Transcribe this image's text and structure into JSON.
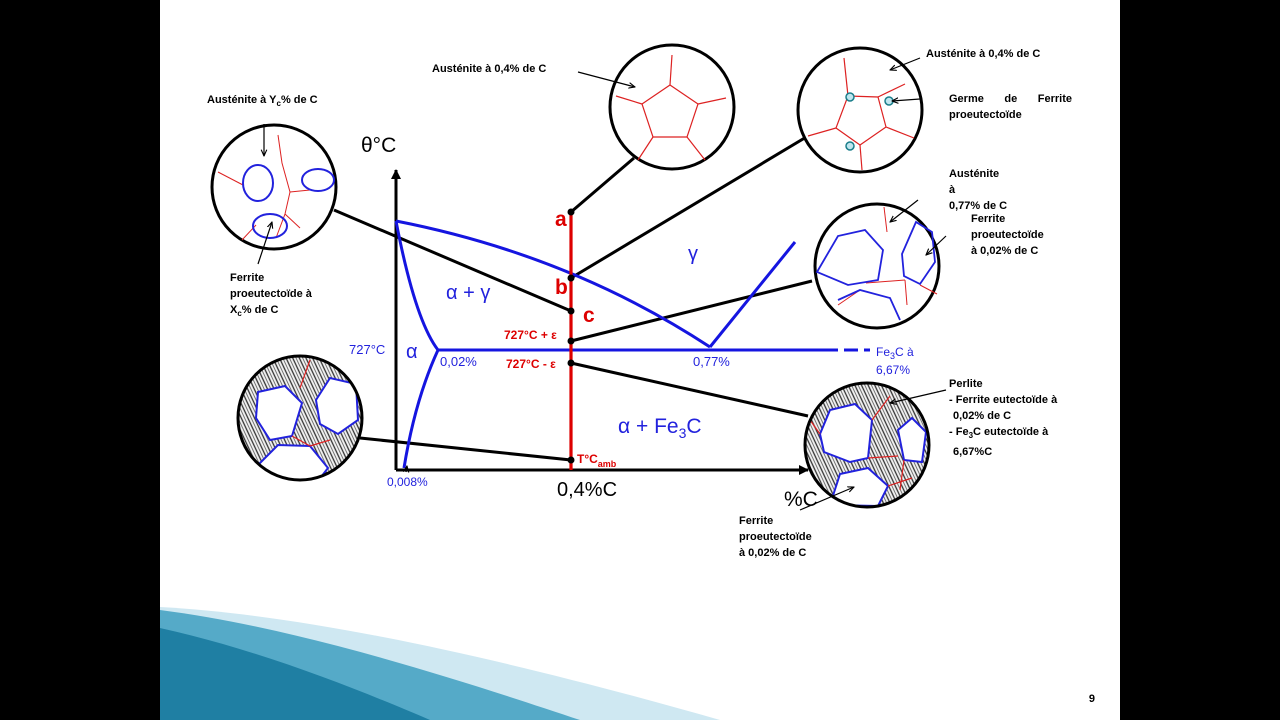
{
  "colors": {
    "phase_lines": "#1515e0",
    "alloy_line": "#dd0000",
    "grain_boundary": "#dd2222",
    "background": "#ffffff",
    "slide_frame": "#000000",
    "accent_wave": "#2b8fb0"
  },
  "axes": {
    "y_label": "θ°C",
    "x_label": "%C",
    "alloy_label": "0,4%C"
  },
  "points": {
    "a": "a",
    "b": "b",
    "c": "c"
  },
  "phases": {
    "gamma": "γ",
    "alpha_gamma": "α + γ",
    "alpha": "α",
    "alpha_fe3c_prefix": "α + Fe",
    "alpha_fe3c_sub": "3",
    "alpha_fe3c_suffix": "C"
  },
  "values": {
    "temp_727": "727°C",
    "temp_plus": "727°C + ε",
    "temp_minus": "727°C - ε",
    "t_amb_main": "T°C",
    "t_amb_sub": "amb",
    "c_002": "0,02%",
    "c_077": "0,77%",
    "c_0008": "0,008%",
    "fe3c_line1_prefix": "Fe",
    "fe3c_line1_sub": "3",
    "fe3c_line1_suffix": "C à",
    "fe3c_line2": "6,67%"
  },
  "annotations": {
    "austenite_yc_prefix": "Austénite à Y",
    "austenite_yc_sub": "c",
    "austenite_yc_suffix": "% de C",
    "ferrite_xc_line1": "Ferrite",
    "ferrite_xc_line2": "proeutectoïde à",
    "ferrite_xc_line3_prefix": "X",
    "ferrite_xc_line3_sub": "c",
    "ferrite_xc_line3_suffix": "% de C",
    "austenite_04_a": "Austénite à 0,4% de C",
    "austenite_04_b": "Austénite à 0,4% de C",
    "germe_line1": "Germe de Ferrite",
    "germe_line2": "proeutectoïde",
    "austenite_077_line1": "Austénite à",
    "austenite_077_line2": "0,77% de C",
    "ferrite_002_line1": "Ferrite",
    "ferrite_002_line2": "proeutectoïde",
    "ferrite_002_line3": "à 0,02% de C",
    "perlite_line1": "Perlite",
    "perlite_line2": "- Ferrite eutectoïde à",
    "perlite_line3": "0,02% de C",
    "perlite_line4_prefix": "- Fe",
    "perlite_line4_sub": "3",
    "perlite_line4_suffix": "C eutectoïde à",
    "perlite_line5": "6,67%C",
    "ferrite_bottom_line1": "Ferrite",
    "ferrite_bottom_line2": "proeutectoïde",
    "ferrite_bottom_line3": "à 0,02% de C"
  },
  "page_number": "9"
}
